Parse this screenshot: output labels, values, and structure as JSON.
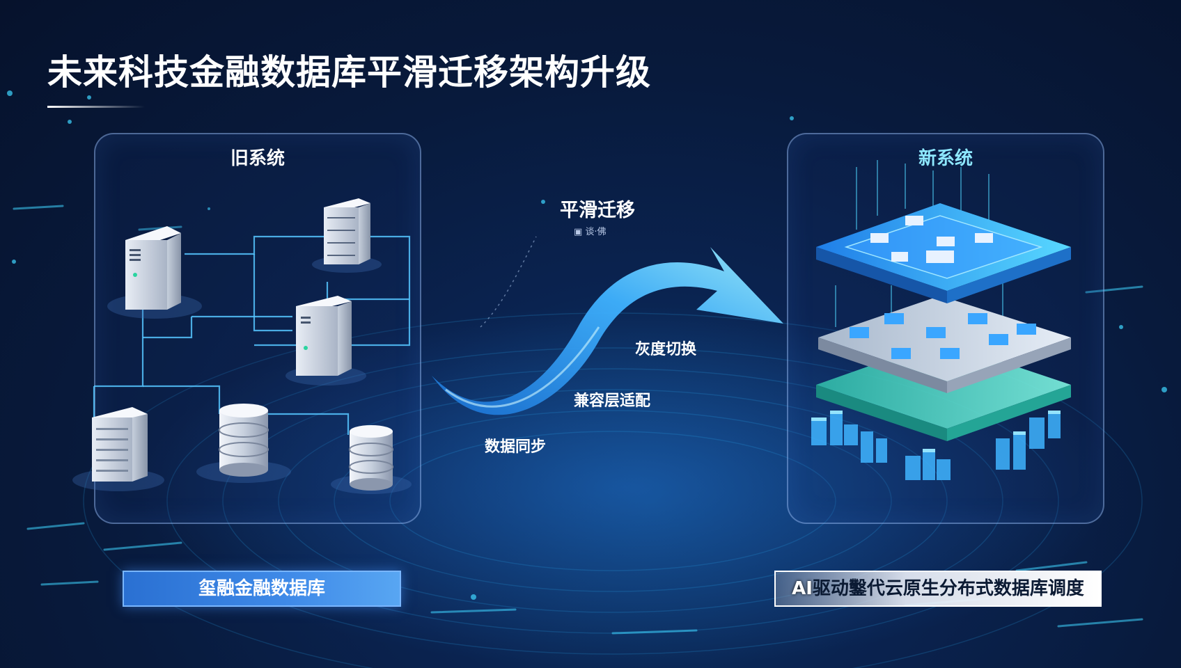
{
  "title": "未来科技金融数据库平滑迁移架构升级",
  "old_system": {
    "title": "旧系统",
    "banner": "玺融金融数据库"
  },
  "new_system": {
    "title": "新系统",
    "banner_prefix": "AI",
    "banner_rest": "驱动鑿代云原生分布式数据库调度"
  },
  "migration": {
    "title": "平滑迁移",
    "subtitle": "▣ 谈·佛"
  },
  "steps": {
    "gray_switch": "灰度切换",
    "compat_layer": "兼容层适配",
    "data_sync": "数据同步"
  },
  "colors": {
    "accent_cyan": "#58d8ff",
    "accent_blue": "#2a70d2",
    "arrow_light": "#7fe4ff",
    "arrow_dark": "#1a6fd0"
  }
}
